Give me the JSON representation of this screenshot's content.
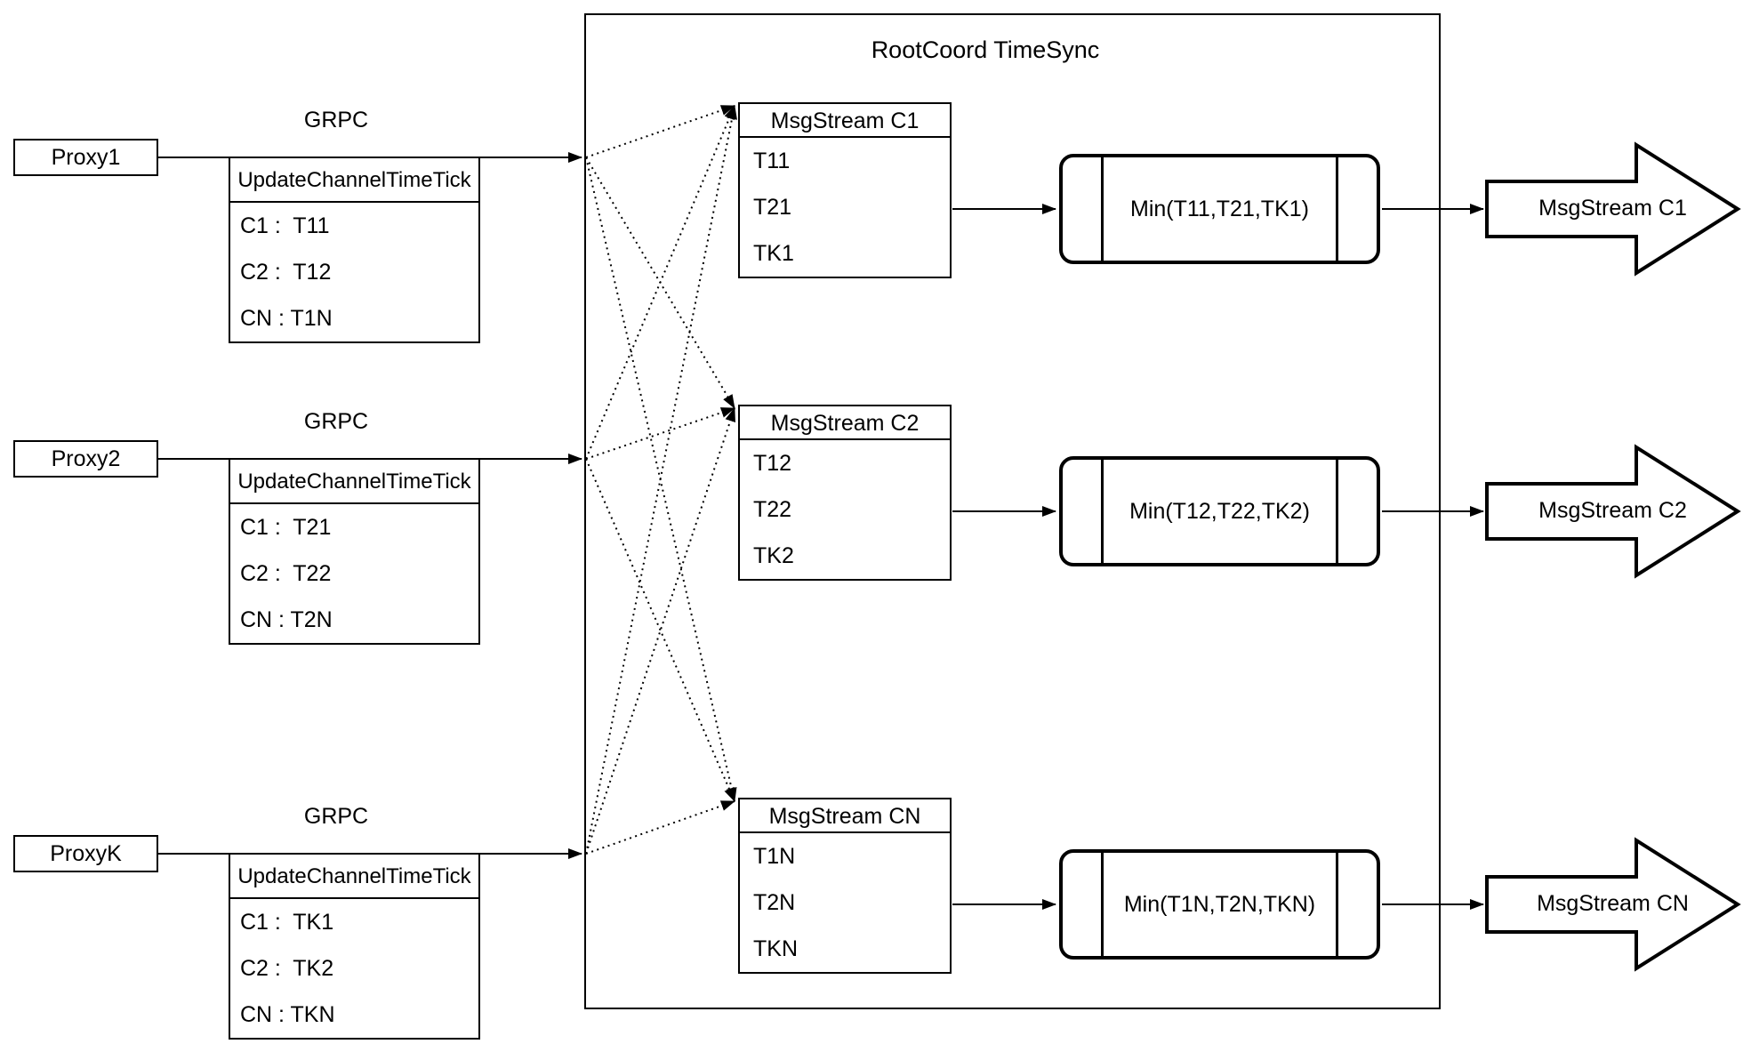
{
  "colors": {
    "ink": "#000000",
    "background": "#ffffff"
  },
  "root": {
    "title": "RootCoord TimeSync"
  },
  "rows": [
    {
      "proxy_label": "Proxy1",
      "protocol_label": "GRPC",
      "request": {
        "header": "UpdateChannelTimeTick",
        "entries": [
          "C1 :  T11",
          "C2 :  T12",
          "CN : T1N"
        ]
      },
      "stream": {
        "header": "MsgStream C1",
        "entries": [
          "T11",
          "T21",
          "TK1"
        ]
      },
      "min_label": "Min(T11,T21,TK1)",
      "output_label": "MsgStream C1"
    },
    {
      "proxy_label": "Proxy2",
      "protocol_label": "GRPC",
      "request": {
        "header": "UpdateChannelTimeTick",
        "entries": [
          "C1 :  T21",
          "C2 :  T22",
          "CN : T2N"
        ]
      },
      "stream": {
        "header": "MsgStream C2",
        "entries": [
          "T12",
          "T22",
          "TK2"
        ]
      },
      "min_label": "Min(T12,T22,TK2)",
      "output_label": "MsgStream C2"
    },
    {
      "proxy_label": "ProxyK",
      "protocol_label": "GRPC",
      "request": {
        "header": "UpdateChannelTimeTick",
        "entries": [
          "C1 :  TK1",
          "C2 :  TK2",
          "CN : TKN"
        ]
      },
      "stream": {
        "header": "MsgStream CN",
        "entries": [
          "T1N",
          "T2N",
          "TKN"
        ]
      },
      "min_label": "Min(T1N,T2N,TKN)",
      "output_label": "MsgStream CN"
    }
  ]
}
